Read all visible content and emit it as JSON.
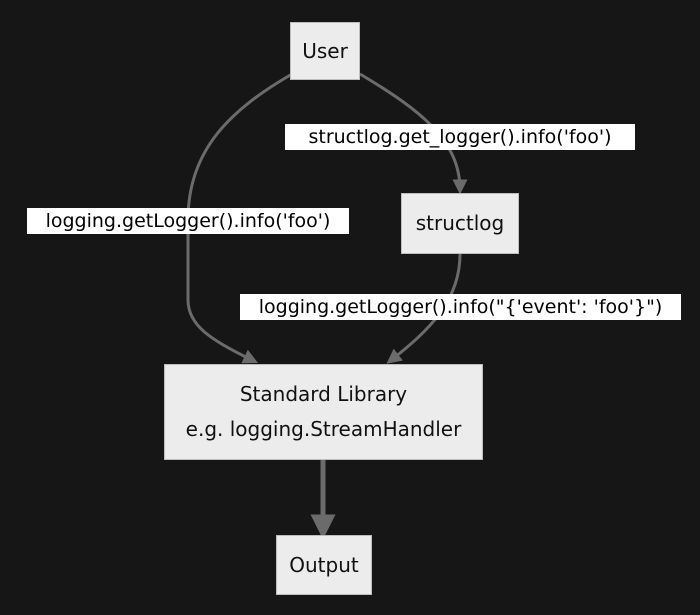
{
  "nodes": {
    "user": "User",
    "structlog": "structlog",
    "stdlib_line1": "Standard Library",
    "stdlib_line2": "e.g. logging.StreamHandler",
    "output": "Output"
  },
  "edges": {
    "user_to_structlog": "structlog.get_logger().info('foo')",
    "user_to_stdlib": "logging.getLogger().info('foo')",
    "structlog_to_stdlib": "logging.getLogger().info(\"{'event': 'foo'}\")"
  },
  "colors": {
    "background": "#161617",
    "node_fill": "#ececec",
    "edge_stroke": "#6b6b6b",
    "label_fill": "#ffffff"
  }
}
